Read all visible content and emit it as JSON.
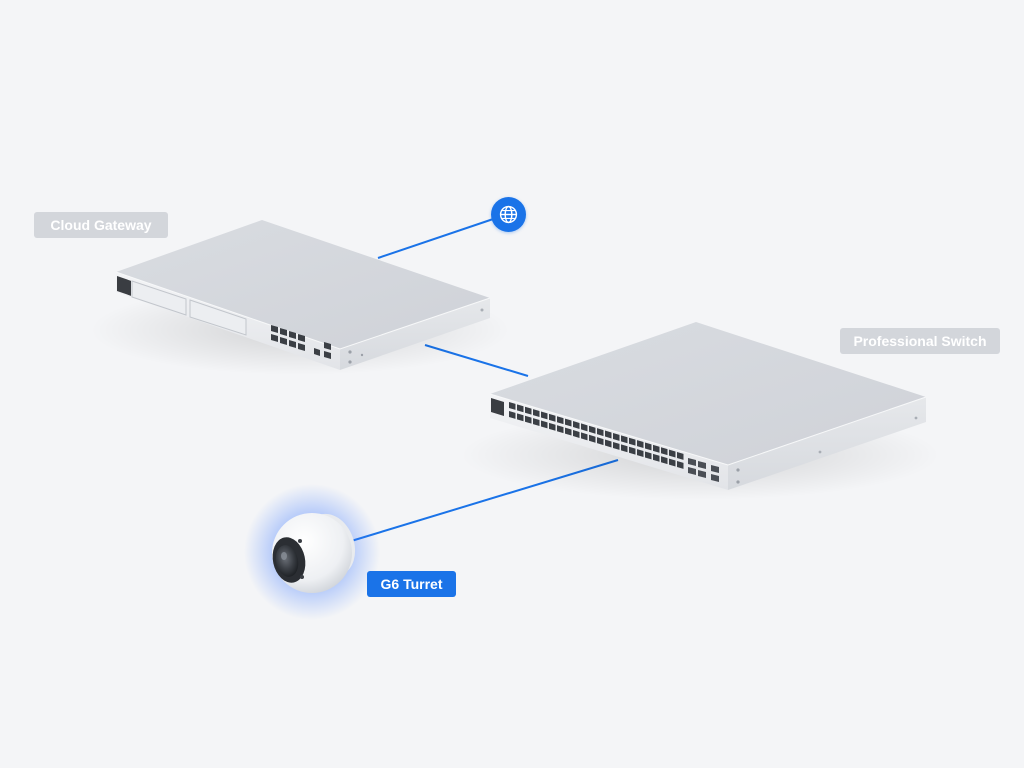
{
  "topology": {
    "internet": {
      "icon": "globe-icon"
    },
    "devices": {
      "gateway": {
        "label": "Cloud Gateway"
      },
      "switch": {
        "label": "Professional Switch"
      },
      "camera": {
        "label": "G6 Turret",
        "selected": true
      }
    },
    "links": [
      {
        "from": "internet",
        "to": "gateway"
      },
      {
        "from": "gateway",
        "to": "switch"
      },
      {
        "from": "switch",
        "to": "camera"
      }
    ]
  },
  "colors": {
    "background": "#f4f5f7",
    "link": "#1a73e8",
    "accent": "#1a73e8",
    "label_inactive_bg": "#d3d6db",
    "label_text": "#ffffff",
    "device_body": "#e3e5e9",
    "device_top": "#d5d8dd",
    "device_front": "#f0f1f3",
    "camera_glow": "#2f6bff"
  }
}
